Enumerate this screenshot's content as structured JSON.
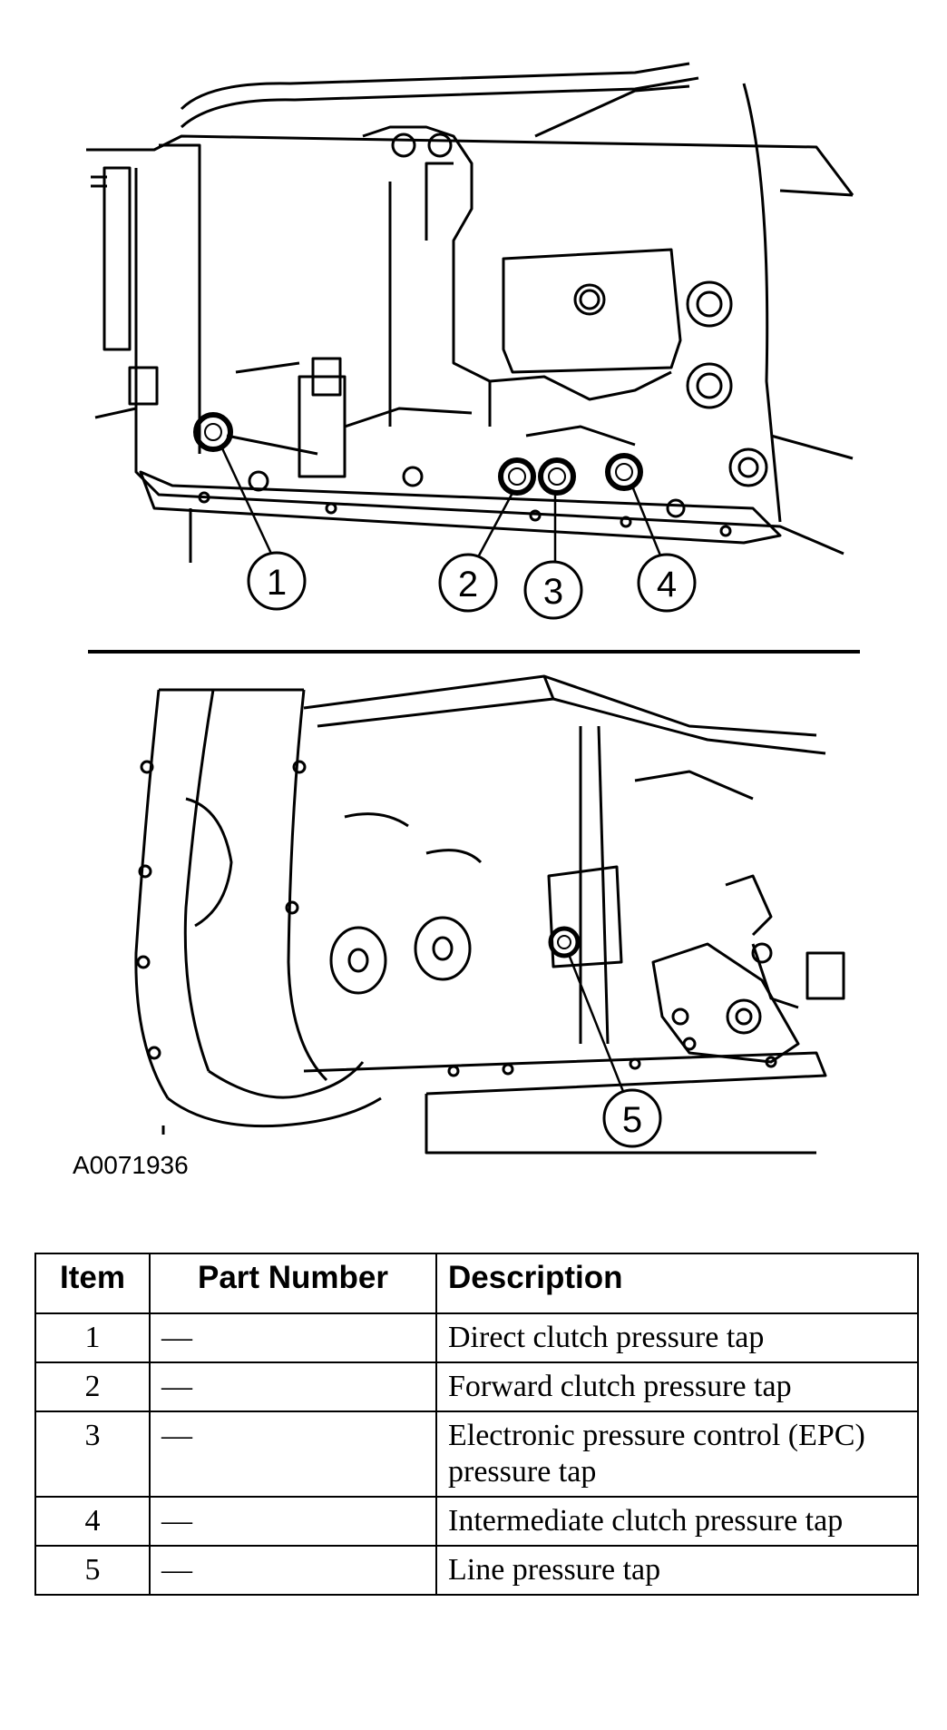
{
  "figure": {
    "id": "A0071936",
    "callouts": [
      "1",
      "2",
      "3",
      "4",
      "5"
    ]
  },
  "table": {
    "headers": {
      "item": "Item",
      "part_number": "Part Number",
      "description": "Description"
    },
    "rows": [
      {
        "item": "1",
        "part_number": "—",
        "description": "Direct clutch pressure tap"
      },
      {
        "item": "2",
        "part_number": "—",
        "description": "Forward clutch pressure tap"
      },
      {
        "item": "3",
        "part_number": "—",
        "description": "Electronic pressure control (EPC) pressure tap"
      },
      {
        "item": "4",
        "part_number": "—",
        "description": "Intermediate clutch pressure tap"
      },
      {
        "item": "5",
        "part_number": "—",
        "description": "Line pressure tap"
      }
    ]
  }
}
